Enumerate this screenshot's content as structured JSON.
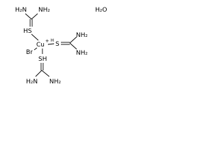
{
  "atoms": {
    "top_nh2_left": "H₂N",
    "top_nh2_right": "NH₂",
    "top_sulfur": "HS",
    "copper": "Cu",
    "copper_charge": "+",
    "bromine": "Br",
    "bottom_sulfur": "SH",
    "bottom_nh2_left": "H₂N",
    "bottom_nh2_right": "NH₂",
    "right_sulfur": "S",
    "right_sulfur_h": "H",
    "right_nh2_top": "NH₂",
    "right_nh2_bottom": "NH₂",
    "water": "H₂O"
  }
}
